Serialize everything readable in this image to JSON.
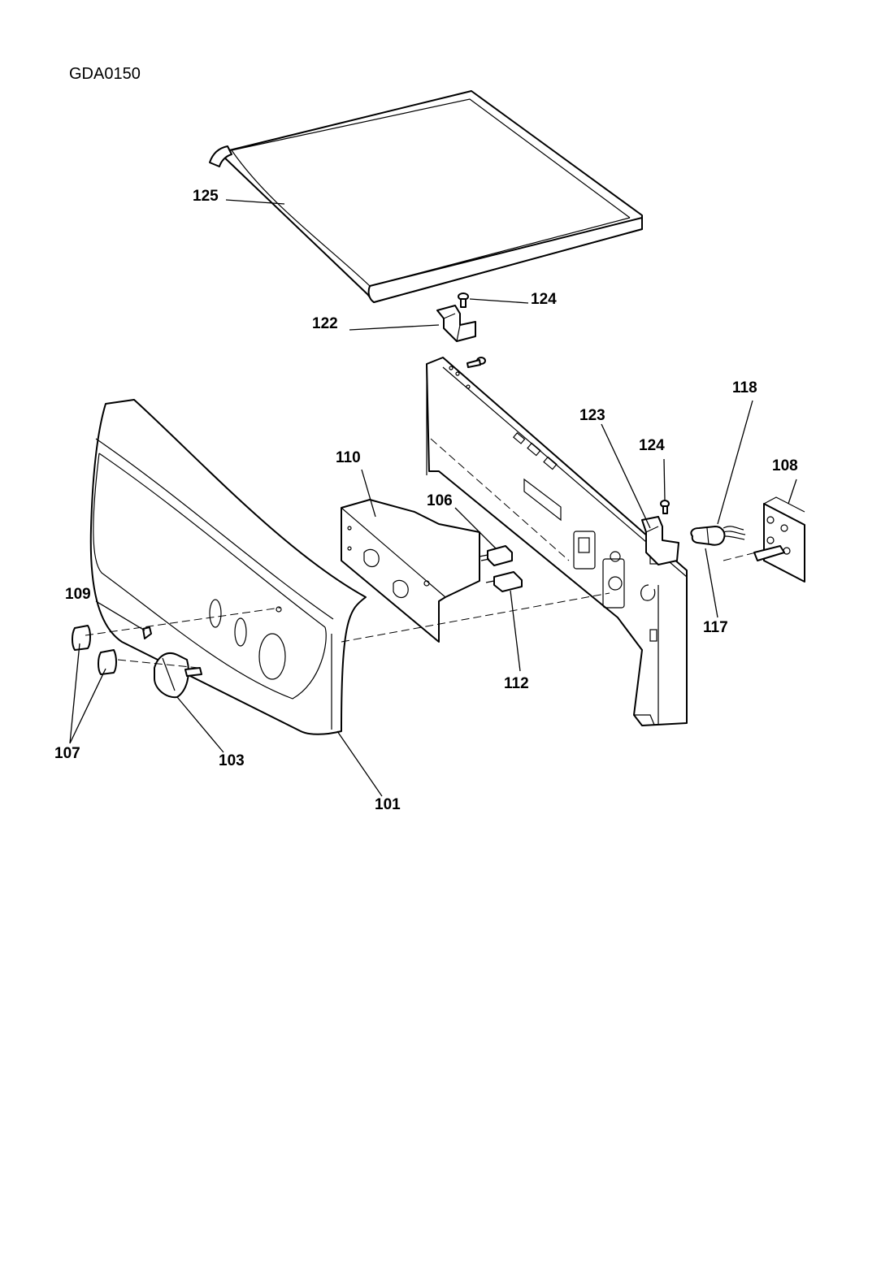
{
  "document": {
    "id": "GDA0150"
  },
  "callouts": {
    "c125": "125",
    "c124a": "124",
    "c122": "122",
    "c118": "118",
    "c123": "123",
    "c124b": "124",
    "c110": "110",
    "c108": "108",
    "c106": "106",
    "c109": "109",
    "c117": "117",
    "c112": "112",
    "c107": "107",
    "c103": "103",
    "c101": "101"
  }
}
